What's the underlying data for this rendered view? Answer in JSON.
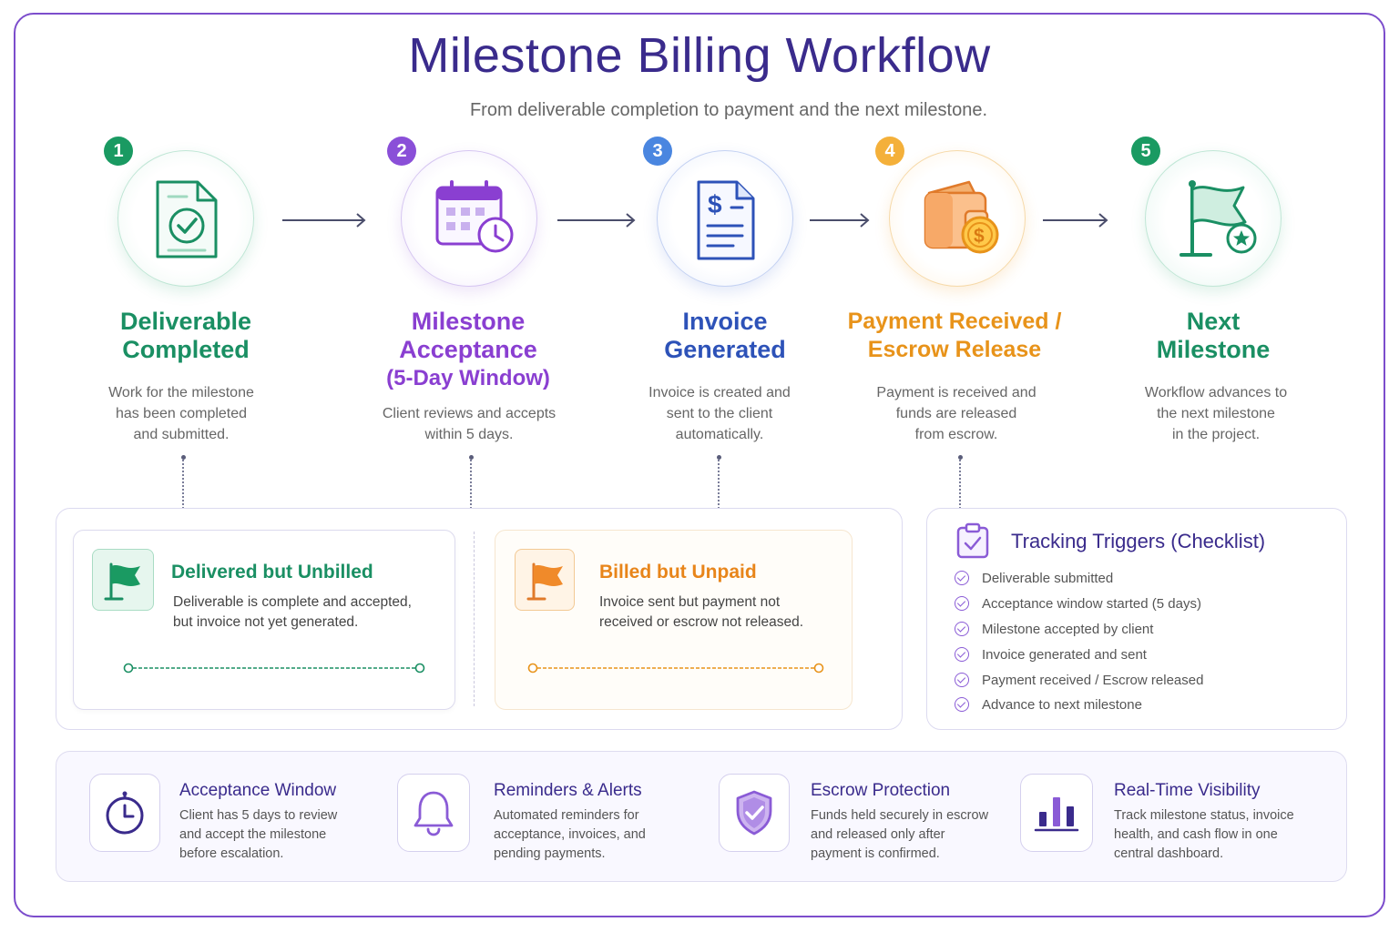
{
  "title": "Milestone Billing Workflow",
  "subtitle": "From deliverable completion to payment and the next milestone.",
  "colors": {
    "green": "#1a8f63",
    "purple": "#8a3fd1",
    "blue": "#2d52b8",
    "orange": "#e8931a",
    "navy": "#3a2b8c",
    "frame": "#7c4dcc"
  },
  "steps": [
    {
      "number": "1",
      "icon": "document-check-icon",
      "title_lines": [
        "Deliverable",
        "Completed"
      ],
      "desc_lines": [
        "Work for the milestone",
        "has been completed",
        "and submitted."
      ]
    },
    {
      "number": "2",
      "icon": "calendar-clock-icon",
      "title_lines": [
        "Milestone",
        "Acceptance",
        "(5-Day Window)"
      ],
      "desc_lines": [
        "Client reviews and accepts",
        "within 5 days."
      ]
    },
    {
      "number": "3",
      "icon": "invoice-dollar-icon",
      "title_lines": [
        "Invoice",
        "Generated"
      ],
      "desc_lines": [
        "Invoice is created and",
        "sent to the client",
        "automatically."
      ]
    },
    {
      "number": "4",
      "icon": "wallet-coin-icon",
      "title_lines": [
        "Payment Received /",
        "Escrow Release"
      ],
      "desc_lines": [
        "Payment is received and",
        "funds are released",
        "from escrow."
      ]
    },
    {
      "number": "5",
      "icon": "flag-star-icon",
      "title_lines": [
        "Next",
        "Milestone"
      ],
      "desc_lines": [
        "Workflow advances to",
        "the next milestone",
        "in the project."
      ]
    }
  ],
  "status_cards": [
    {
      "icon": "green-flag-icon",
      "title": "Delivered but Unbilled",
      "desc_lines": [
        "Deliverable is complete and accepted,",
        "but invoice not yet generated."
      ]
    },
    {
      "icon": "orange-flag-icon",
      "title": "Billed but Unpaid",
      "desc_lines": [
        "Invoice sent but payment not",
        "received or escrow not released."
      ]
    }
  ],
  "checklist": {
    "title": "Tracking Triggers (Checklist)",
    "icon": "clipboard-check-icon",
    "items": [
      "Deliverable submitted",
      "Acceptance window started (5 days)",
      "Milestone accepted by client",
      "Invoice generated and sent",
      "Payment received / Escrow released",
      "Advance to next milestone"
    ]
  },
  "features": [
    {
      "icon": "stopwatch-icon",
      "title": "Acceptance Window",
      "desc_lines": [
        "Client has 5 days to review",
        "and accept the milestone",
        "before escalation."
      ]
    },
    {
      "icon": "bell-icon",
      "title": "Reminders & Alerts",
      "desc_lines": [
        "Automated reminders for",
        "acceptance, invoices, and",
        "pending payments."
      ]
    },
    {
      "icon": "shield-check-icon",
      "title": "Escrow Protection",
      "desc_lines": [
        "Funds held securely in escrow",
        "and released only after",
        "payment is confirmed."
      ]
    },
    {
      "icon": "bar-chart-icon",
      "title": "Real-Time Visibility",
      "desc_lines": [
        "Track milestone status, invoice",
        "health, and cash flow in one",
        "central dashboard."
      ]
    }
  ]
}
